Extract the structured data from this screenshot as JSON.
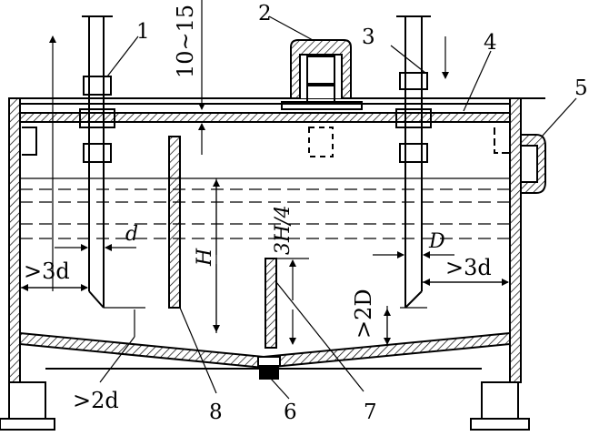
{
  "callouts": [
    "1",
    "2",
    "3",
    "4",
    "5",
    "6",
    "7",
    "8"
  ],
  "dimensions": {
    "gap_top": "10~15",
    "wall_left": ">3d",
    "wall_right": ">3d",
    "pipe_diameter_left": "d",
    "pipe_diameter_right": "D",
    "liquid_height": "H",
    "baffle_height": "3H/4",
    "bottom_clearance_right": ">2D",
    "bottom_clearance_left": ">2d"
  },
  "colors": {
    "line": "#000000",
    "background": "#ffffff"
  }
}
